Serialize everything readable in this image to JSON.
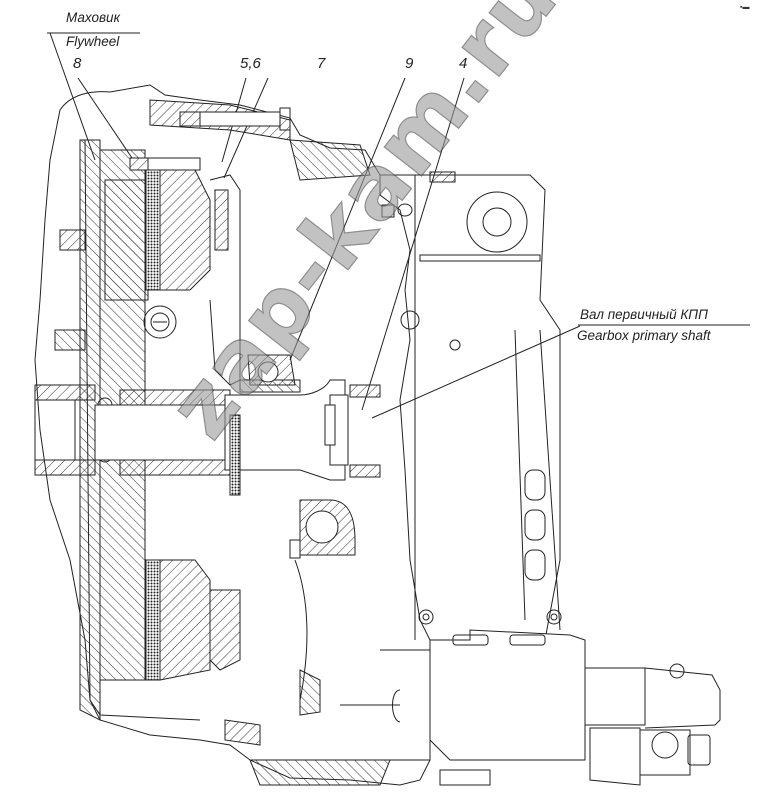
{
  "diagram": {
    "title": "Clutch and gearbox cross-section",
    "flywheel_label": {
      "ru": "Маховик",
      "en": "Flywheel"
    },
    "shaft_label": {
      "ru": "Вал первичный КПП",
      "en": "Gearbox primary shaft"
    },
    "callouts": [
      "8",
      "5,6",
      "7",
      "9",
      "4"
    ],
    "watermark": "zap-kam.ru",
    "corner_mark": "▪▬",
    "colors": {
      "line": "#222222",
      "hatch": "#333333",
      "background": "#ffffff"
    }
  }
}
